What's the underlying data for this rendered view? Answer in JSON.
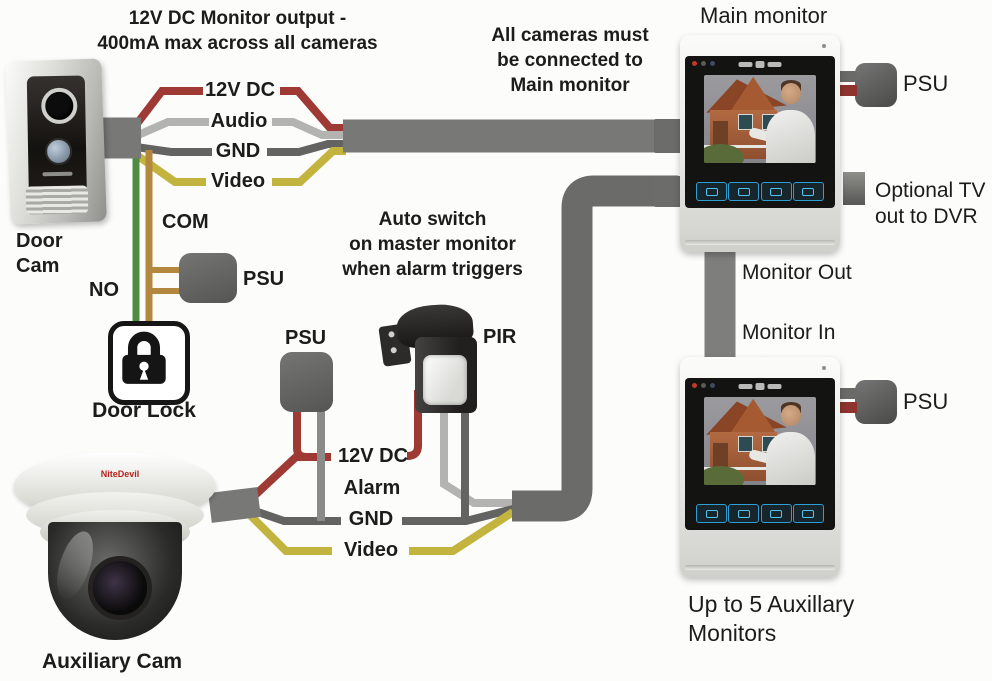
{
  "diagram_title": {
    "line1": "12V DC Monitor output -",
    "line2": "400mA max across all cameras"
  },
  "notes": {
    "all_cameras_line1": "All cameras must",
    "all_cameras_line2": "be connected to",
    "all_cameras_line3": "Main monitor",
    "auto_switch_line1": "Auto switch",
    "auto_switch_line2": "on master monitor",
    "auto_switch_line3": "when alarm triggers"
  },
  "door_cam": {
    "label_line1": "Door",
    "label_line2": "Cam",
    "wire_power": "12V DC",
    "wire_audio": "Audio",
    "wire_ground": "GND",
    "wire_video": "Video",
    "relay_com": "COM",
    "relay_no": "NO",
    "psu_label": "PSU",
    "door_lock_label": "Door Lock"
  },
  "aux_cam": {
    "label": "Auxiliary Cam",
    "brand": "NiteDevil",
    "wire_power": "12V DC",
    "wire_alarm": "Alarm",
    "wire_ground": "GND",
    "wire_video": "Video",
    "psu_label": "PSU"
  },
  "pir": {
    "label": "PIR"
  },
  "main_monitor": {
    "label": "Main monitor",
    "psu_label": "PSU",
    "tv_out_line1": "Optional TV",
    "tv_out_line2": "out to DVR",
    "monitor_out": "Monitor Out",
    "monitor_in": "Monitor In"
  },
  "aux_monitor": {
    "psu_label": "PSU",
    "caption_line1": "Up to 5 Auxillary",
    "caption_line2": "Monitors"
  },
  "colors": {
    "wire_power": "#9e3a33",
    "wire_audio_alarm": "#b3b3b1",
    "wire_ground": "#636361",
    "wire_video": "#c3b440",
    "wire_com": "#b3873d",
    "wire_no": "#4f8c42",
    "cable": "#787876",
    "psu_body": "#666664",
    "text": "#1c1c1c",
    "button_accent": "#2e9fd4"
  }
}
